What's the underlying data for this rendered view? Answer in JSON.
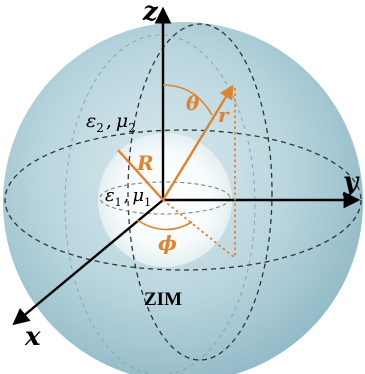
{
  "axes": {
    "x_label": "x",
    "y_label": "y",
    "z_label": "z"
  },
  "coords": {
    "theta": "θ",
    "phi": "ϕ",
    "r": "r",
    "R": "R"
  },
  "regions": {
    "outer_eps": "ε",
    "outer_eps_sub": "2",
    "outer_sep": ",",
    "outer_mu": "μ",
    "outer_mu_sub": "2",
    "inner_eps": "ε",
    "inner_eps_sub": "1",
    "inner_sep": ",",
    "inner_mu": "μ",
    "inner_mu_sub": "1",
    "shell_label": "ZIM"
  },
  "colors": {
    "orange": "#e0832e",
    "shell": "#a9ccd6",
    "axis": "#000000",
    "dash": "#333333"
  }
}
